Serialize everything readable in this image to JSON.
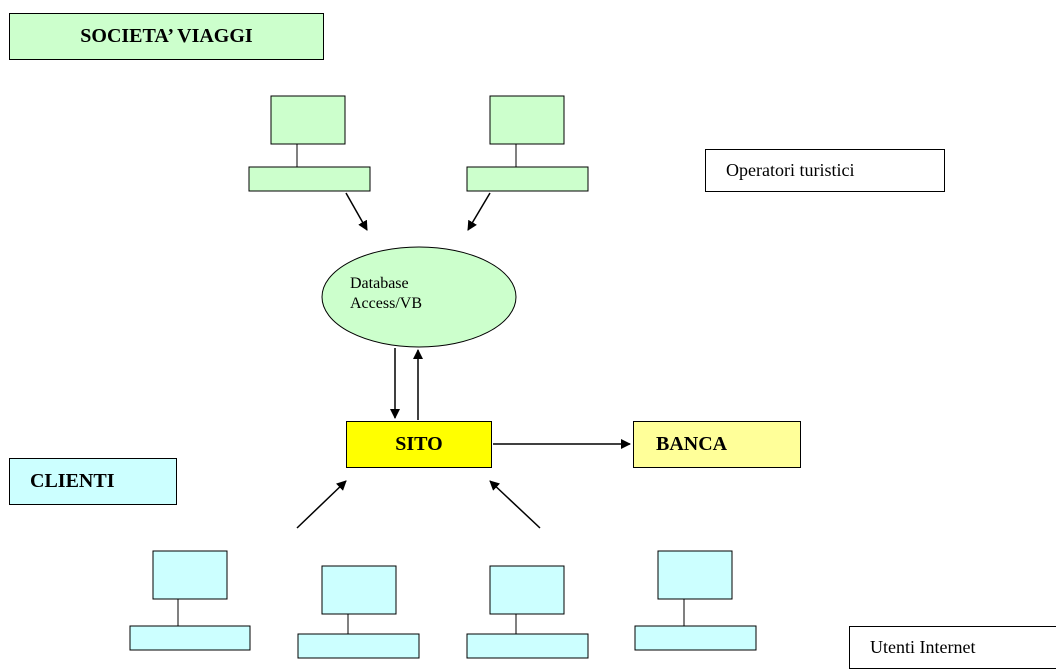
{
  "titles": {
    "societa": "SOCIETA’ VIAGGI",
    "clienti": "CLIENTI"
  },
  "notes": {
    "operatori": "Operatori turistici",
    "utenti": "Utenti Internet"
  },
  "nodes": {
    "database_line1": "Database",
    "database_line2": "Access/VB",
    "sito": "SITO",
    "banca": "BANCA"
  },
  "colors": {
    "operator_pc": "#ccffcc",
    "client_pc": "#ccffff",
    "database": "#ccffcc",
    "sito": "#ffff00",
    "banca": "#ffff99"
  }
}
